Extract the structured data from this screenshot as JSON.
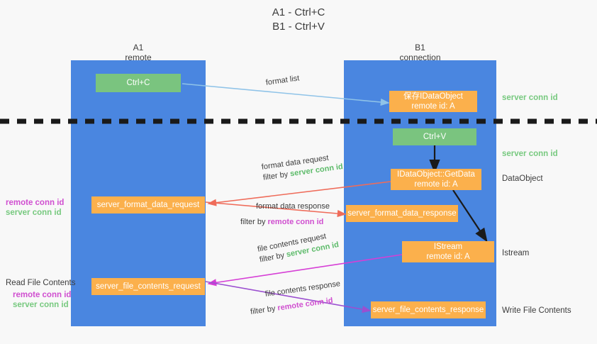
{
  "title": {
    "line1": "A1 - Ctrl+C",
    "line2": "B1 - Ctrl+V"
  },
  "columns": [
    {
      "name": "A1",
      "sub": "remote"
    },
    {
      "name": "B1",
      "sub": "connection"
    }
  ],
  "colors": {
    "lane": "#4a86e0",
    "green_node": "#7ac47f",
    "orange_node": "#fbb04c",
    "server_conn": "#77c97f",
    "remote_conn": "#d04fd0",
    "arrow_blue": "#8fc3e8",
    "arrow_red": "#ef6c5a",
    "arrow_magenta": "#d63fd6",
    "arrow_purple": "#9b4fd0",
    "arrow_black": "#1a1a1a",
    "background": "#f8f8f8"
  },
  "nodes": {
    "ctrl_c": {
      "label": "Ctrl+C"
    },
    "ctrl_v": {
      "label": "Ctrl+V"
    },
    "save_dataobject": {
      "line1": "保存IDataObject",
      "line2": "remote id: A"
    },
    "getdata": {
      "line1": "IDataObject::GetData",
      "line2": "remote id: A"
    },
    "istream": {
      "line1": "IStream",
      "line2": "remote id: A"
    },
    "server_format_data_request": {
      "label": "server_format_data_request"
    },
    "server_format_data_response": {
      "label": "server_format_data_response"
    },
    "server_file_contents_request": {
      "label": "server_file_contents_request"
    },
    "server_file_contents_response": {
      "label": "server_file_contents_response"
    }
  },
  "side_notes": {
    "server_conn_id_top": "server conn id",
    "server_conn_id_mid": "server conn id",
    "dataobject": "DataObject",
    "istream": "Istream",
    "write_file_contents": "Write File Contents",
    "read_file_contents": "Read File Contents",
    "left_remote_conn_id_1": "remote conn id",
    "left_server_conn_id_1": "server conn id",
    "left_remote_conn_id_2": "remote conn id",
    "left_server_conn_id_2": "server conn id"
  },
  "edges": {
    "format_list": {
      "label": "format list"
    },
    "format_data_request": {
      "label": "format data request",
      "filter_prefix": "filter by ",
      "filter_target": "server conn id"
    },
    "format_data_response": {
      "label": "format data response",
      "filter_prefix": "filter by ",
      "filter_target": "remote conn id"
    },
    "file_contents_request": {
      "label": "file contents request",
      "filter_prefix": "filter by ",
      "filter_target": "server conn id"
    },
    "file_contents_response": {
      "label": "file contents response",
      "filter_prefix": "filter by ",
      "filter_target": "remote conn id"
    }
  }
}
